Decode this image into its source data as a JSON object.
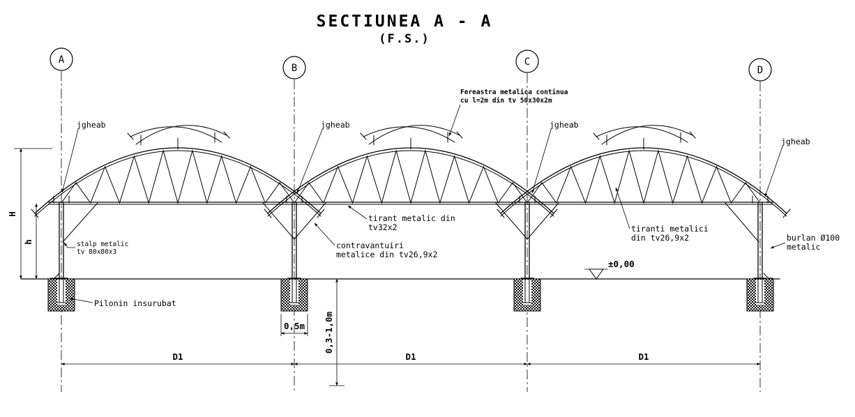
{
  "drawing": {
    "title": "SECTIUNEA A - A",
    "subtitle": "(F.S.)"
  },
  "axes": [
    {
      "label": "A"
    },
    {
      "label": "B"
    },
    {
      "label": "C"
    },
    {
      "label": "D"
    }
  ],
  "annotations": {
    "jgheab_a": "jgheab",
    "jgheab_b": "jgheab",
    "jgheab_c": "jgheab",
    "jgheab_d": "jgheab",
    "fereastra_line1": "Fereastra metalica continua",
    "fereastra_line2": "cu l=2m din tv 50x30x2m",
    "tirant_line1": "tirant metalic din",
    "tirant_line2": "tv32x2",
    "contravantuiri_line1": "contravantuiri",
    "contravantuiri_line2": "metalice din tv26,9x2",
    "tiranti_line1": "tiranti metalici",
    "tiranti_line2": "din tv26,9x2",
    "stalp_line1": "stalp metalic",
    "stalp_line2": "tv 80x80x3",
    "pilonin": "Pilonin insurubat",
    "burlan_line1": "burlan Ø100",
    "burlan_line2": "metalic",
    "level": "±0,00"
  },
  "dimensions": {
    "d1_ab": "D1",
    "d1_bc": "D1",
    "d1_cd": "D1",
    "foundation_width": "0,5m",
    "foundation_depth": "0,3-1,0m",
    "height_total": "H",
    "height_eave": "h"
  }
}
